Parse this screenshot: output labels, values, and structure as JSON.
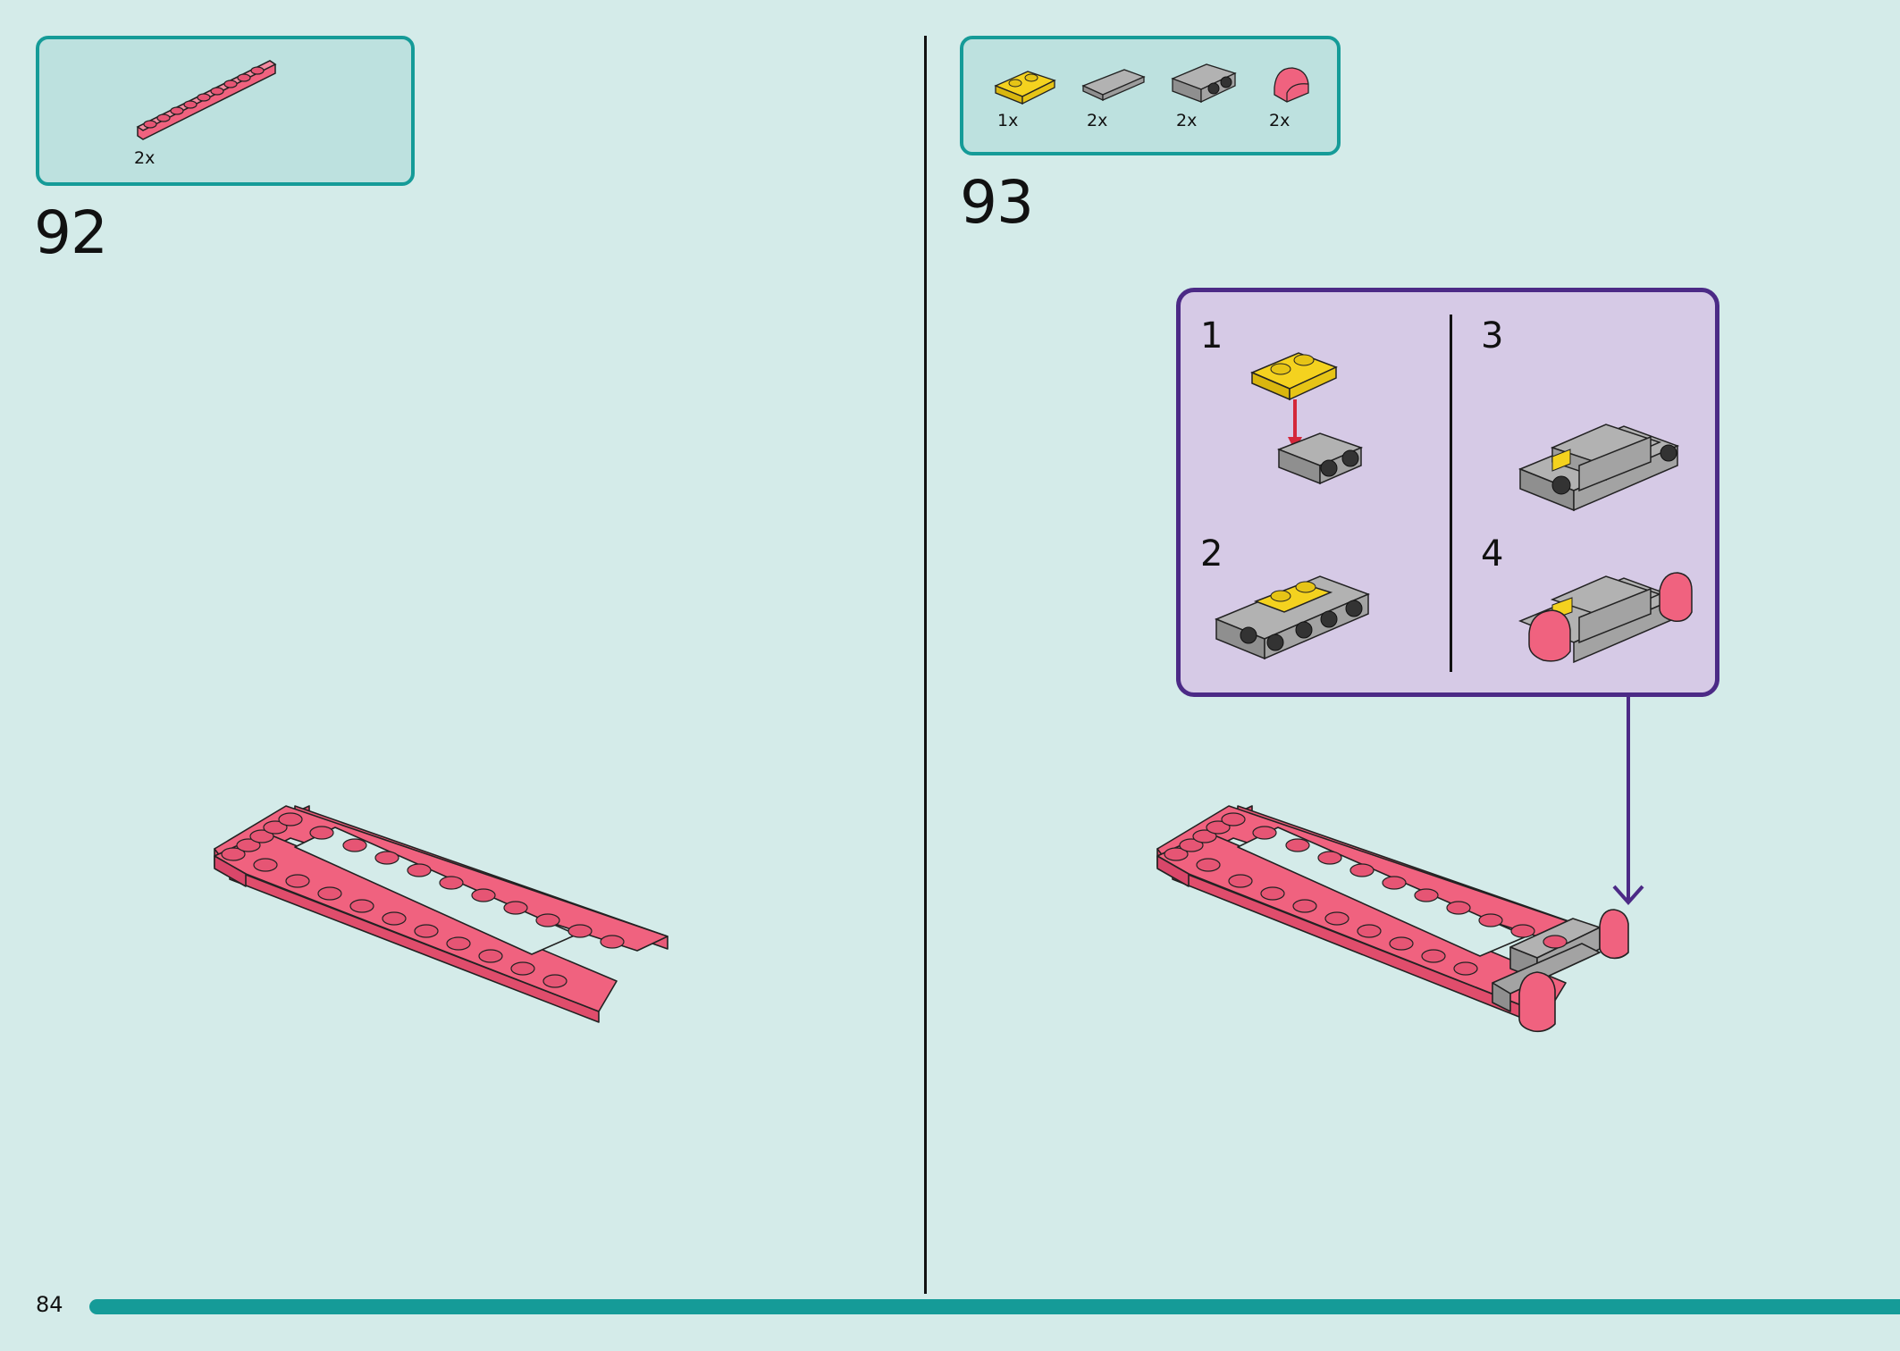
{
  "page": {
    "number": "84"
  },
  "colors": {
    "background": "#d4ebe9",
    "accent_teal": "#159b98",
    "brick_pink": "#f0627f",
    "brick_yellow": "#f4d21f",
    "brick_gray": "#a3a3a3",
    "callout_purple": "#4c2a86",
    "arrow_red": "#d4283a"
  },
  "step92": {
    "number": "92",
    "parts": [
      {
        "icon": "pink-1x10-plate-icon",
        "qty": "2x"
      }
    ]
  },
  "step93": {
    "number": "93",
    "parts": [
      {
        "icon": "yellow-1x2-plate-icon",
        "qty": "1x"
      },
      {
        "icon": "gray-tile-icon",
        "qty": "2x"
      },
      {
        "icon": "gray-bracket-icon",
        "qty": "2x"
      },
      {
        "icon": "pink-curved-slope-icon",
        "qty": "2x"
      }
    ],
    "substeps": [
      {
        "number": "1"
      },
      {
        "number": "2"
      },
      {
        "number": "3"
      },
      {
        "number": "4"
      }
    ]
  }
}
